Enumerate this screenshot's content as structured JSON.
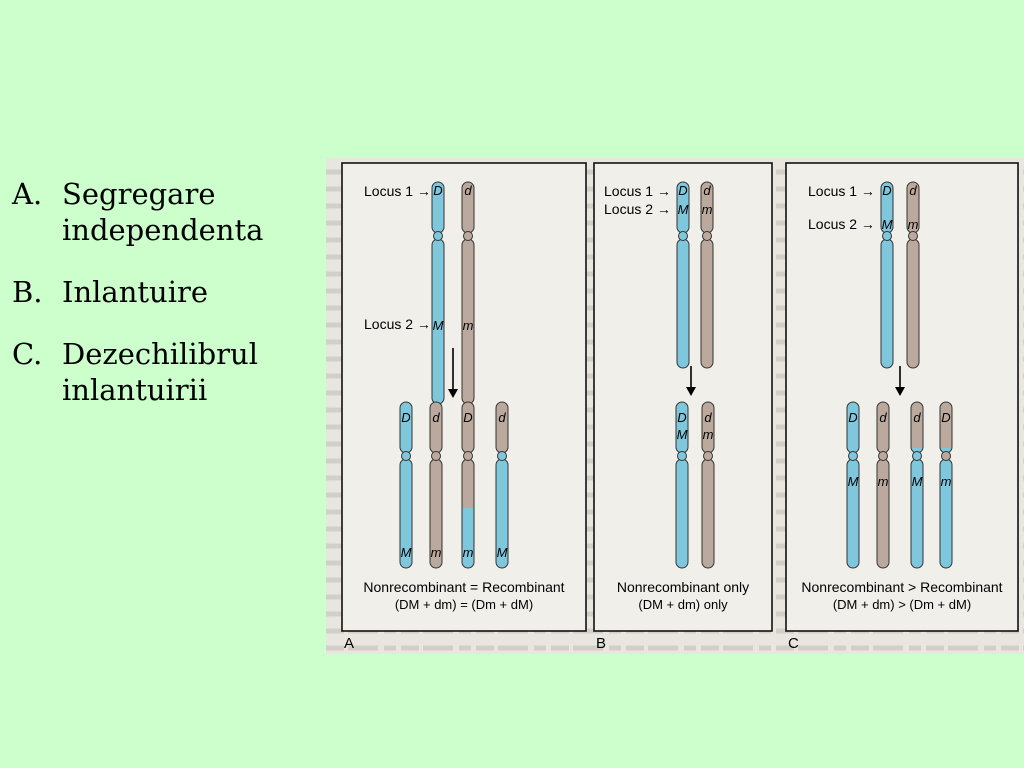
{
  "slide": {
    "background": "#ccffcc",
    "items": [
      {
        "letter": "A.",
        "text": "Segregare independenta"
      },
      {
        "letter": "B.",
        "text": "Inlantuire"
      },
      {
        "letter": "C.",
        "text": "Dezechilibrul inlantuirii"
      }
    ]
  },
  "figure": {
    "colors": {
      "blue": "#7ec7dc",
      "tan": "#bba99d",
      "paper": "#e9e6e0",
      "panel": "#f1efea"
    },
    "panels": [
      {
        "letter": "A",
        "locus1": "Locus 1 →",
        "locus2": "Locus 2 →",
        "caption_line1": "Nonrecombinant = Recombinant",
        "caption_line2": "(DM + dm) = (Dm + dM)"
      },
      {
        "letter": "B",
        "locus1": "Locus 1 →",
        "locus2": "Locus 2 →",
        "caption_line1": "Nonrecombinant only",
        "caption_line2": "(DM + dm) only"
      },
      {
        "letter": "C",
        "locus1": "Locus 1 →",
        "locus2": "Locus 2 →",
        "caption_line1": "Nonrecombinant > Recombinant",
        "caption_line2": "(DM + dm) > (Dm + dM)"
      }
    ],
    "alleles": {
      "D": "D",
      "d": "d",
      "M": "M",
      "m": "m"
    }
  }
}
